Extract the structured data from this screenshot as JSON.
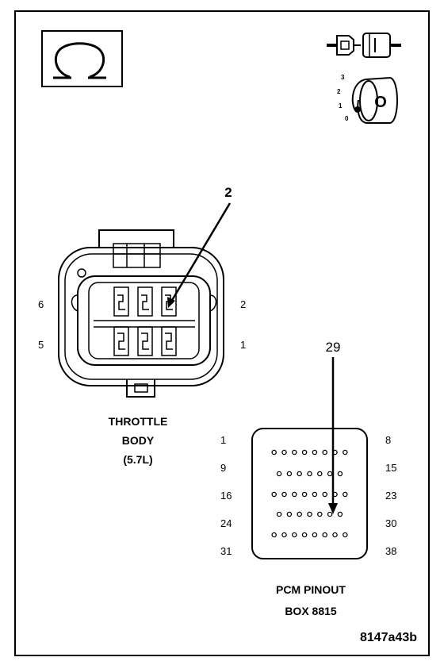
{
  "throttle_body": {
    "title_lines": [
      "THROTTLE",
      "BODY",
      "(5.7L)"
    ],
    "pin_labels": {
      "top_left": "6",
      "top_right": "2",
      "bottom_left": "5",
      "bottom_right": "1"
    },
    "callout": "2"
  },
  "pcm": {
    "title_lines": [
      "PCM PINOUT",
      "BOX 8815"
    ],
    "left_labels": [
      "1",
      "9",
      "16",
      "24",
      "31"
    ],
    "right_labels": [
      "8",
      "15",
      "23",
      "30",
      "38"
    ],
    "row_pin_counts": [
      8,
      7,
      8,
      7,
      8
    ],
    "callout": "29"
  },
  "icons": {
    "meter_icon": "ohm-symbol-icon",
    "connector_icon": "disconnected-connector-icon",
    "key_icon": "ignition-key-icon"
  },
  "ignition_positions": [
    "3",
    "2",
    "1",
    "0"
  ],
  "key_letter": "O",
  "figure_id": "8147a43b"
}
